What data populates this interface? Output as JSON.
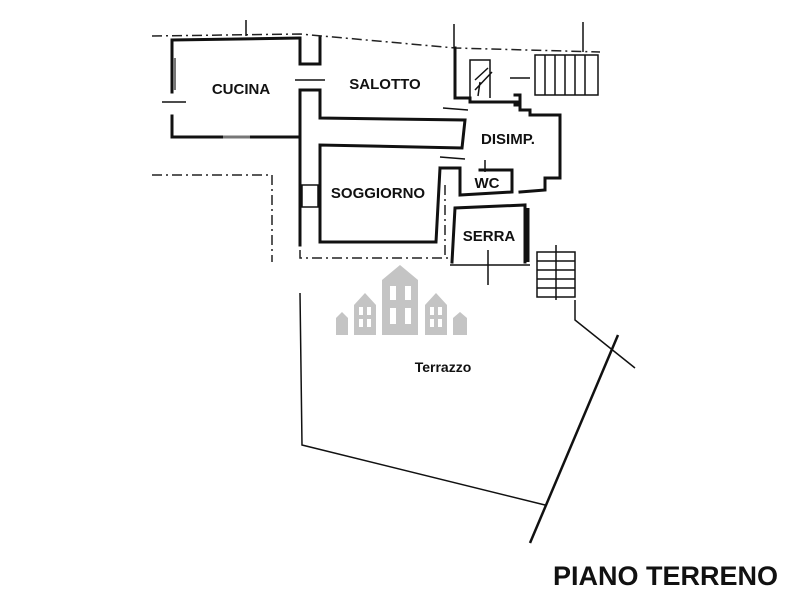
{
  "plan": {
    "title": "PIANO TERRENO",
    "rooms": {
      "cucina": "CUCINA",
      "salotto": "SALOTTO",
      "disimpegno": "DISIMP.",
      "wc": "WC",
      "soggiorno": "SOGGIORNO",
      "serra": "SERRA",
      "terrazzo": "Terrazzo"
    },
    "colors": {
      "walls": "#111111",
      "watermark": "#c4c4c4"
    }
  }
}
